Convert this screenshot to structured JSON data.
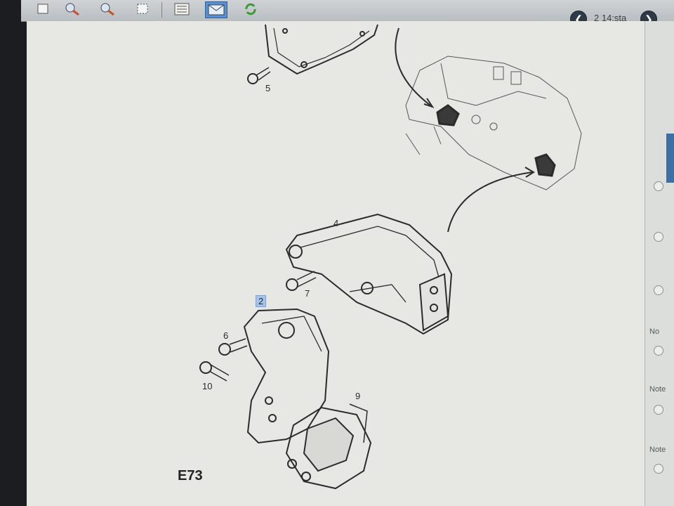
{
  "toolbar": {
    "icons": [
      "page-icon",
      "zoom-in-icon",
      "zoom-out-icon",
      "fit-page-icon",
      "list-icon",
      "mail-icon",
      "refresh-icon"
    ]
  },
  "navigation": {
    "prev_icon": "arrow-left-icon",
    "next_icon": "arrow-right-icon",
    "page_label": "2 14:sta"
  },
  "diagram": {
    "figure_code": "E73",
    "callouts": {
      "c2": "2",
      "c4": "4",
      "c5": "5",
      "c6": "6",
      "c7": "7",
      "c9": "9",
      "c10": "10"
    },
    "selected_callout": "2"
  },
  "side_panel": {
    "items": [
      "No",
      "Note",
      "Note"
    ]
  },
  "colors": {
    "selection": "#a9c3e6",
    "nav_button": "#2e3a47",
    "paper": "#e7e8e4"
  }
}
